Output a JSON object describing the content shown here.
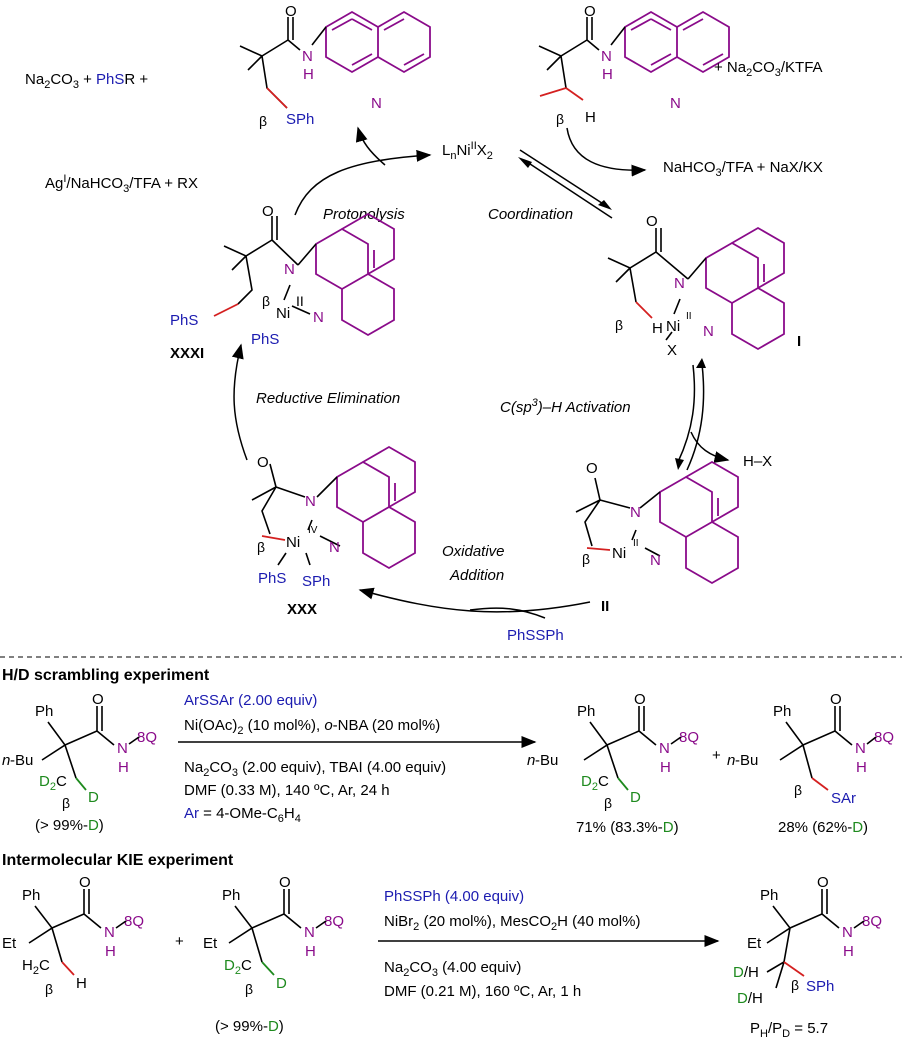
{
  "cycle": {
    "top_left_reagents_a": "Na",
    "top_left_reagents_b": "CO",
    "top_left_reagents_c": " + ",
    "top_left_phsr": "PhS",
    "top_left_r": "R +",
    "top_right_reagents": "+ Na",
    "top_right_reagents_b": "CO",
    "top_right_reagents_c": "/KTFA",
    "ag_left": "Ag",
    "ag_sup": "I",
    "ag_rest": "/NaHCO",
    "ag_rest2": "/TFA + RX",
    "catalyst_a": "L",
    "catalyst_n": "n",
    "catalyst_ni": "Ni",
    "catalyst_sup": "II",
    "catalyst_x": "X",
    "catalyst_2": "2",
    "byproduct_a": "NaHCO",
    "byproduct_b": "/TFA + NaX/KX",
    "step_protonolysis": "Protonolysis",
    "step_coordination": "Coordination",
    "step_reductive": "Reductive Elimination",
    "step_ch_a": "C(sp",
    "step_ch_b": "3",
    "step_ch_c": ")–H Activation",
    "step_oxidative_1": "Oxidative",
    "step_oxidative_2": "Addition",
    "hx": "H–X",
    "phssph": "PhSSPh",
    "label_I": "I",
    "label_II": "II",
    "label_XXX": "XXX",
    "label_XXXI": "XXXI",
    "beta": "β",
    "sph": "SPh",
    "phs": "PhS",
    "ni": "Ni",
    "ni_ii": "II",
    "ni_iv": "IV",
    "n": "N",
    "h": "H",
    "o": "O",
    "x": "X"
  },
  "hd_experiment": {
    "title": "H/D scrambling experiment",
    "cond_1": "ArSSAr (2.00 equiv)",
    "cond_2a": "Ni(OAc)",
    "cond_2b": "2",
    "cond_2c": " (10 mol%), ",
    "cond_2d": "o",
    "cond_2e": "-NBA (20 mol%)",
    "cond_3a": "Na",
    "cond_3b": "CO",
    "cond_3c": " (2.00 equiv), TBAI (4.00 equiv)",
    "cond_4": "DMF (0.33 M), 140 ºC, Ar, 24 h",
    "cond_5a": "Ar",
    "cond_5b": " = 4-OMe-C",
    "cond_5c": "H",
    "sm_label": "(> 99%-",
    "sm_label_d": "D",
    "sm_label_end": ")",
    "p1_label": "71% (83.3%-",
    "p2_label": "28% (62%-",
    "plus": "+",
    "nbu": "n",
    "nbu2": "-Bu",
    "ph": "Ph",
    "q": "8Q",
    "sar": "SAr",
    "d": "D"
  },
  "kie_experiment": {
    "title": "Intermolecular KIE experiment",
    "cond_1": "PhSSPh (4.00 equiv)",
    "cond_2a": "NiBr",
    "cond_2b": "2",
    "cond_2c": " (20 mol%), MesCO",
    "cond_2d": "2",
    "cond_2e": "H (40 mol%)",
    "cond_3a": "Na",
    "cond_3b": "CO",
    "cond_3c": " (4.00 equiv)",
    "cond_4": "DMF (0.21 M), 160 ºC, Ar, 1 h",
    "sm2_label": "(> 99%-",
    "kie_a": "P",
    "kie_b": "H",
    "kie_c": "/P",
    "kie_d": "D",
    "kie_e": " = 5.7",
    "et": "Et",
    "dh": "D/H"
  },
  "colors": {
    "blue": "#1b1bb0",
    "purple": "#8a0b8a",
    "red": "#d42020",
    "green": "#1e8a1e"
  }
}
